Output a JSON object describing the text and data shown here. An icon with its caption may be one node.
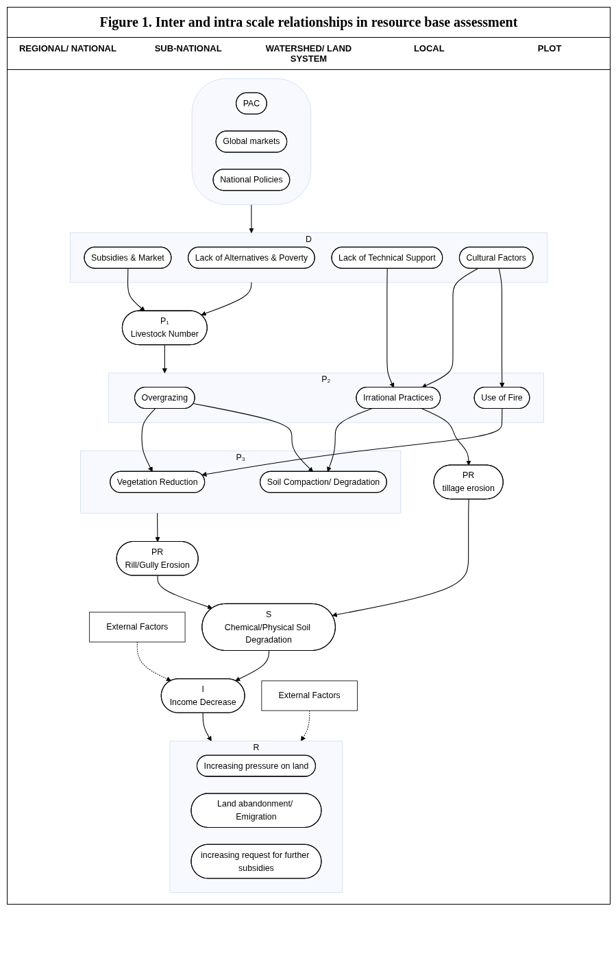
{
  "diagram": {
    "title": "Figure 1. Inter and intra scale relationships in resource base assessment",
    "nodes": [
      {
        "text": [],
        "shape": "ellipse"
      },
      {
        "text": [
          "PAC"
        ],
        "in": 0
      },
      {
        "text": [
          "Global markets"
        ],
        "in": 0
      },
      {
        "text": [
          "National Policies"
        ],
        "in": 0
      },
      {
        "text": [
          "D"
        ]
      },
      {
        "text": [
          "Subsidies & Market"
        ],
        "in": 4
      },
      {
        "text": [
          "Lack of Alternatives & Poverty"
        ],
        "in": 4
      },
      {
        "text": [
          "Lack of Technical Support"
        ],
        "in": 4
      },
      {
        "text": [
          "Cultural Factors"
        ],
        "in": 4
      },
      {
        "text": [
          "P₁",
          "Livestock Number"
        ]
      },
      {
        "text": [
          "P₂"
        ]
      },
      {
        "text": [
          "Overgrazing"
        ],
        "in": 10
      },
      {
        "text": [
          "Irrational Practices"
        ],
        "in": 10
      },
      {
        "text": [
          "Use of Fire"
        ],
        "in": 10
      },
      {
        "text": [
          "P₃"
        ]
      },
      {
        "text": [
          "Vegetation Reduction"
        ],
        "in": 14
      },
      {
        "text": [
          "Soil Compaction/ Degradation"
        ],
        "in": 14
      },
      {
        "text": [
          "I",
          "Income Decrease"
        ]
      },
      {
        "text": [
          "External Factors"
        ]
      },
      {
        "text": [
          "R"
        ]
      },
      {
        "text": [
          "Increasing pressure on land"
        ],
        "in": 19
      },
      {
        "text": [
          "Land abandonment/ Emigration"
        ],
        "in": 19
      },
      {
        "text": [
          "increasing request for further subsidies"
        ],
        "in": 19
      },
      {
        "text": [
          "External Factors"
        ]
      },
      {
        "text": [
          "PR",
          "tillage erosion"
        ]
      },
      {
        "text": [
          "PR",
          "Rill/Gully Erosion"
        ]
      },
      {
        "text": [
          "S",
          "Chemical/Physical Soil Degradation"
        ]
      }
    ],
    "edges": [
      {
        "from": 0,
        "to": 4,
        "arrow": "to"
      },
      {
        "from": 5,
        "to": 9,
        "arrow": "to"
      },
      {
        "from": 4,
        "to": 9,
        "arrow": "to"
      },
      {
        "from": 9,
        "to": 10,
        "arrow": "to"
      },
      {
        "from": 7,
        "to": 12,
        "arrow": "to"
      },
      {
        "from": 8,
        "to": 12,
        "arrow": "to"
      },
      {
        "from": 8,
        "to": 13,
        "arrow": "to"
      },
      {
        "from": 11,
        "to": 15,
        "arrow": "to"
      },
      {
        "from": 11,
        "to": 16,
        "arrow": "to"
      },
      {
        "from": 12,
        "to": 16,
        "arrow": "to"
      },
      {
        "from": 13,
        "to": 15,
        "arrow": "to"
      },
      {
        "from": 12,
        "to": 24,
        "arrow": "to"
      },
      {
        "from": 14,
        "to": 25,
        "arrow": "to"
      },
      {
        "from": 24,
        "to": 26,
        "arrow": "to"
      },
      {
        "from": 25,
        "to": 26,
        "arrow": "to"
      },
      {
        "from": 26,
        "to": 17,
        "arrow": "to"
      },
      {
        "from": 18,
        "to": 17,
        "arrow": "to",
        "style": "dashed"
      },
      {
        "from": 17,
        "to": 19,
        "arrow": "to"
      },
      {
        "from": 23,
        "to": 19,
        "arrow": "to",
        "style": "dashed"
      }
    ],
    "labels": [
      "REGIONAL/ NATIONAL",
      "SUB-NATIONAL",
      "WATERSHED/ LAND SYSTEM",
      "LOCAL",
      "PLOT"
    ]
  }
}
